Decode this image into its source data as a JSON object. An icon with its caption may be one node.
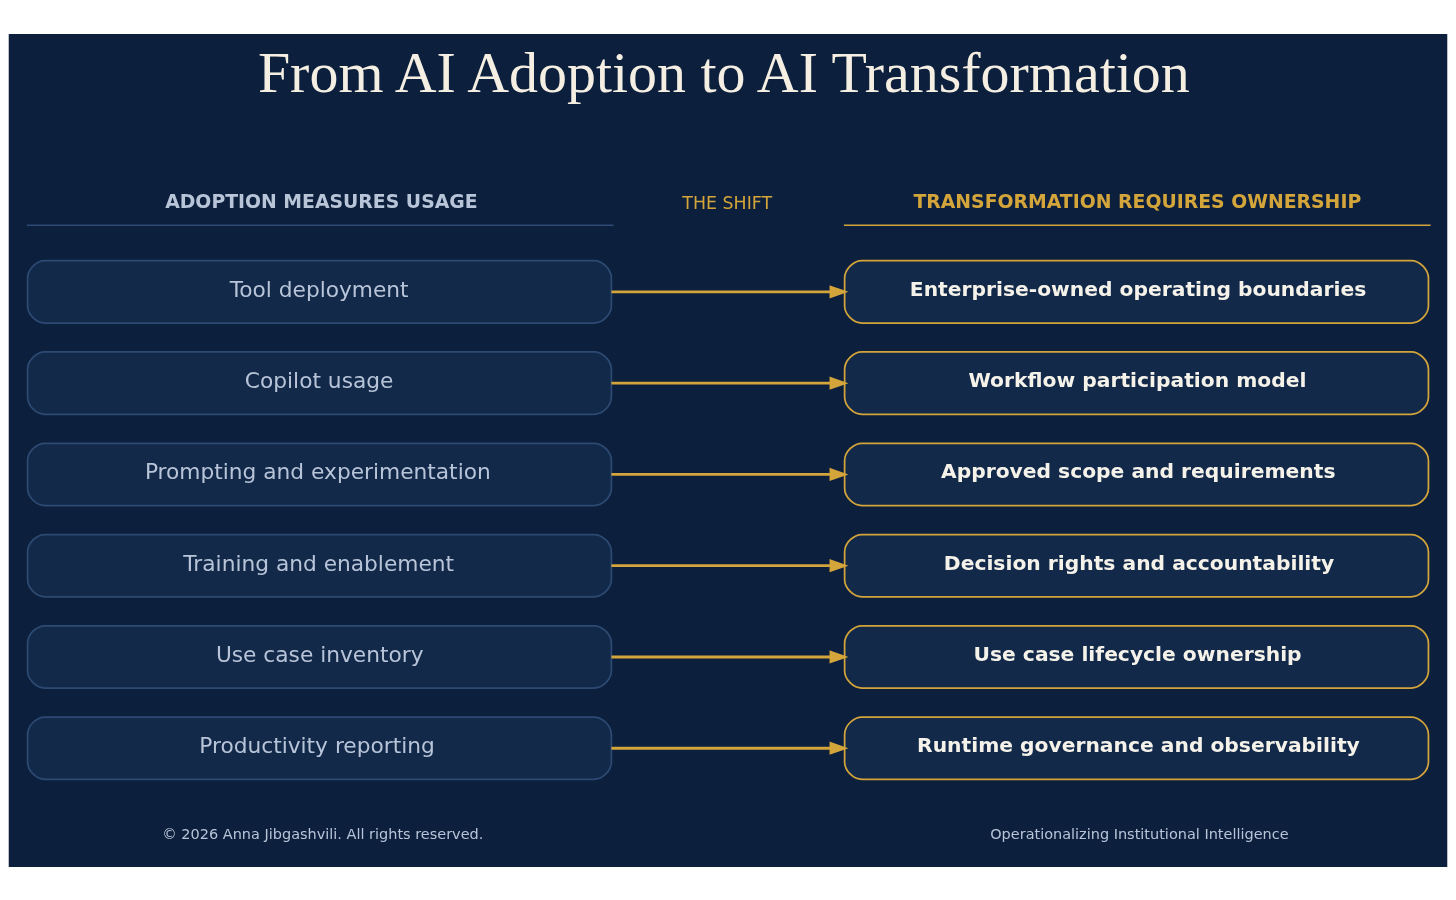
{
  "diagram": {
    "title": "From AI Adoption to AI Transformation",
    "nodes": [
      {
        "text": [
          "Tool deployment"
        ]
      },
      {
        "text": [
          "Enterprise-owned operating boundaries"
        ]
      },
      {
        "text": [
          "Copilot usage"
        ]
      },
      {
        "text": [
          "Workflow participation model"
        ]
      },
      {
        "text": [
          "Prompting and experimentation"
        ]
      },
      {
        "text": [
          "Approved scope and requirements"
        ]
      },
      {
        "text": [
          "Training and enablement"
        ]
      },
      {
        "text": [
          "Decision rights and accountability"
        ]
      },
      {
        "text": [
          "Use case inventory"
        ]
      },
      {
        "text": [
          "Use case lifecycle ownership"
        ]
      },
      {
        "text": [
          "Productivity reporting"
        ]
      },
      {
        "text": [
          "Runtime governance and observability"
        ]
      }
    ],
    "edges": [
      {
        "from": 0,
        "to": 1,
        "arrow": "to"
      },
      {
        "from": 2,
        "to": 3,
        "arrow": "to"
      },
      {
        "from": 4,
        "to": 5,
        "arrow": "to"
      },
      {
        "from": 6,
        "to": 7,
        "arrow": "to"
      },
      {
        "from": 8,
        "to": 9,
        "arrow": "to"
      },
      {
        "from": 10,
        "to": 11,
        "arrow": "to"
      }
    ],
    "labels": [
      "THE SHIFT",
      "ADOPTION MEASURES USAGE",
      "TRANSFORMATION REQUIRES OWNERSHIP",
      "© 2026 Anna Jibgashvili. All rights reserved.",
      "Operationalizing Institutional Intelligence"
    ]
  }
}
